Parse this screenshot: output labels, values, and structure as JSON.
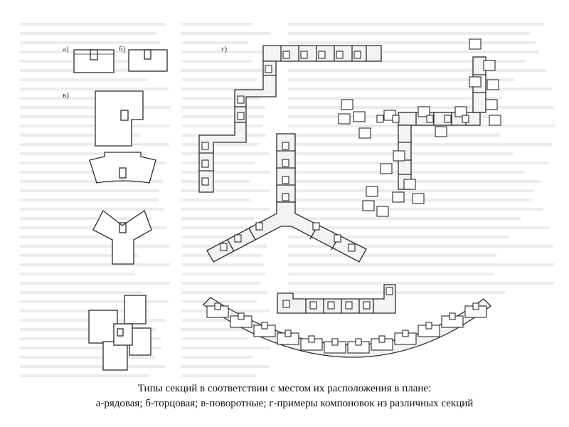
{
  "labels": {
    "a": "а)",
    "b": "б)",
    "v": "в)",
    "g": "г)"
  },
  "caption": {
    "line1": "Типы секций в соответствии с местом их расположения в плане:",
    "line2": "а-рядовая; б-торцовая; в-поворотные; г-примеры компоновок из различных секций"
  },
  "colors": {
    "ink": "#2b2b2b",
    "fill": "#f3f3f3",
    "ghost": "#e7e7e7"
  }
}
